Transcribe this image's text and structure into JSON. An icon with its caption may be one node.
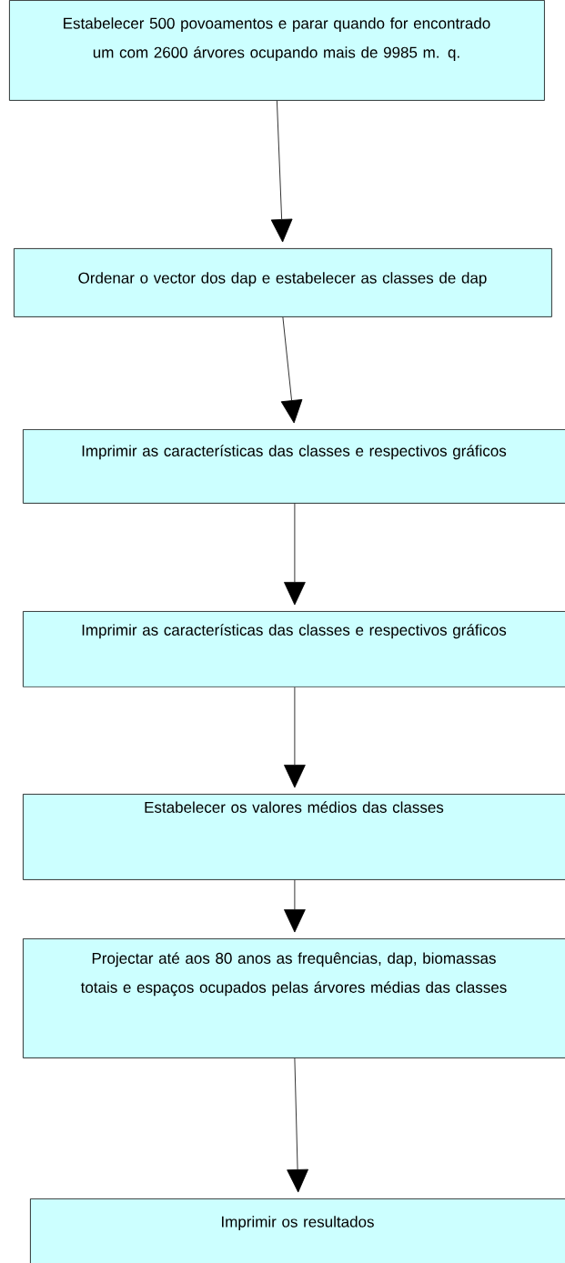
{
  "diagram": {
    "nodes": [
      {
        "text": [
          "Estabelecer 500 povoamentos e parar quando for encontrado um com 2600 árvores ocupando mais de 9985 m. q."
        ]
      },
      {
        "text": [
          "Ordenar o vector dos dap e estabelecer as classes de dap"
        ]
      },
      {
        "text": [
          "Imprimir as características das classes e respectivos gráficos"
        ]
      },
      {
        "text": [
          "Imprimir as características das classes e respectivos gráficos"
        ]
      },
      {
        "text": [
          "Estabelecer os valores médios das classes"
        ]
      },
      {
        "text": [
          "Projectar até aos 80 anos as frequências, dap, biomassas totais e espaços ocupados pelas árvores médias das classes"
        ]
      },
      {
        "text": [
          "Imprimir os resultados"
        ]
      }
    ],
    "edges": [
      {
        "from": 0,
        "to": 1,
        "arrow": "to"
      },
      {
        "from": 1,
        "to": 2,
        "arrow": "to"
      },
      {
        "from": 2,
        "to": 3,
        "arrow": "to"
      },
      {
        "from": 3,
        "to": 4,
        "arrow": "to"
      },
      {
        "from": 4,
        "to": 5,
        "arrow": "to"
      },
      {
        "from": 5,
        "to": 6,
        "arrow": "to"
      }
    ]
  }
}
